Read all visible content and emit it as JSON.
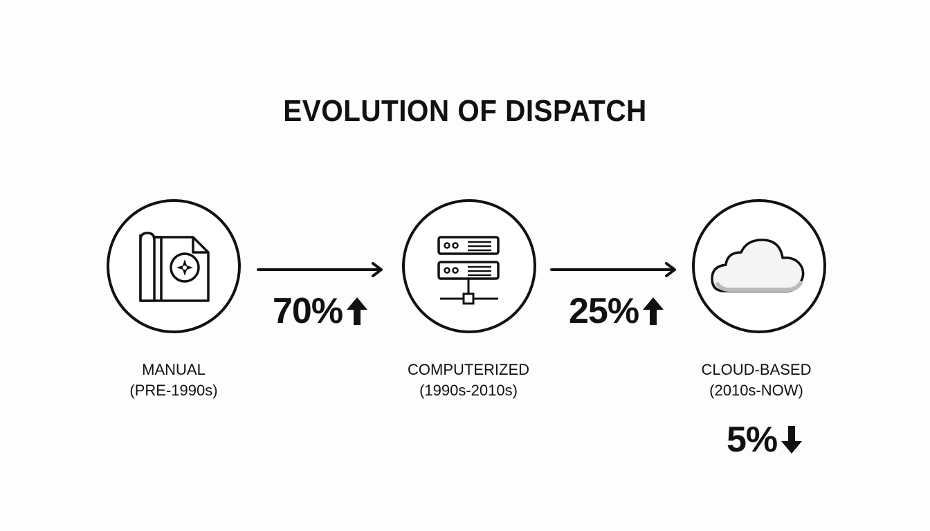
{
  "title": "EVOLUTION OF DISPATCH",
  "stages": [
    {
      "name": "MANUAL",
      "period": "(PRE-1990s)",
      "icon": "document-map-icon"
    },
    {
      "name": "COMPUTERIZED",
      "period": "(1990s-2010s)",
      "icon": "server-network-icon"
    },
    {
      "name": "CLOUD-BASED",
      "period": "(2010s-NOW)",
      "icon": "cloud-icon"
    }
  ],
  "stats": [
    {
      "value": "70%",
      "direction": "up"
    },
    {
      "value": "25%",
      "direction": "up"
    },
    {
      "value": "5%",
      "direction": "down"
    }
  ]
}
